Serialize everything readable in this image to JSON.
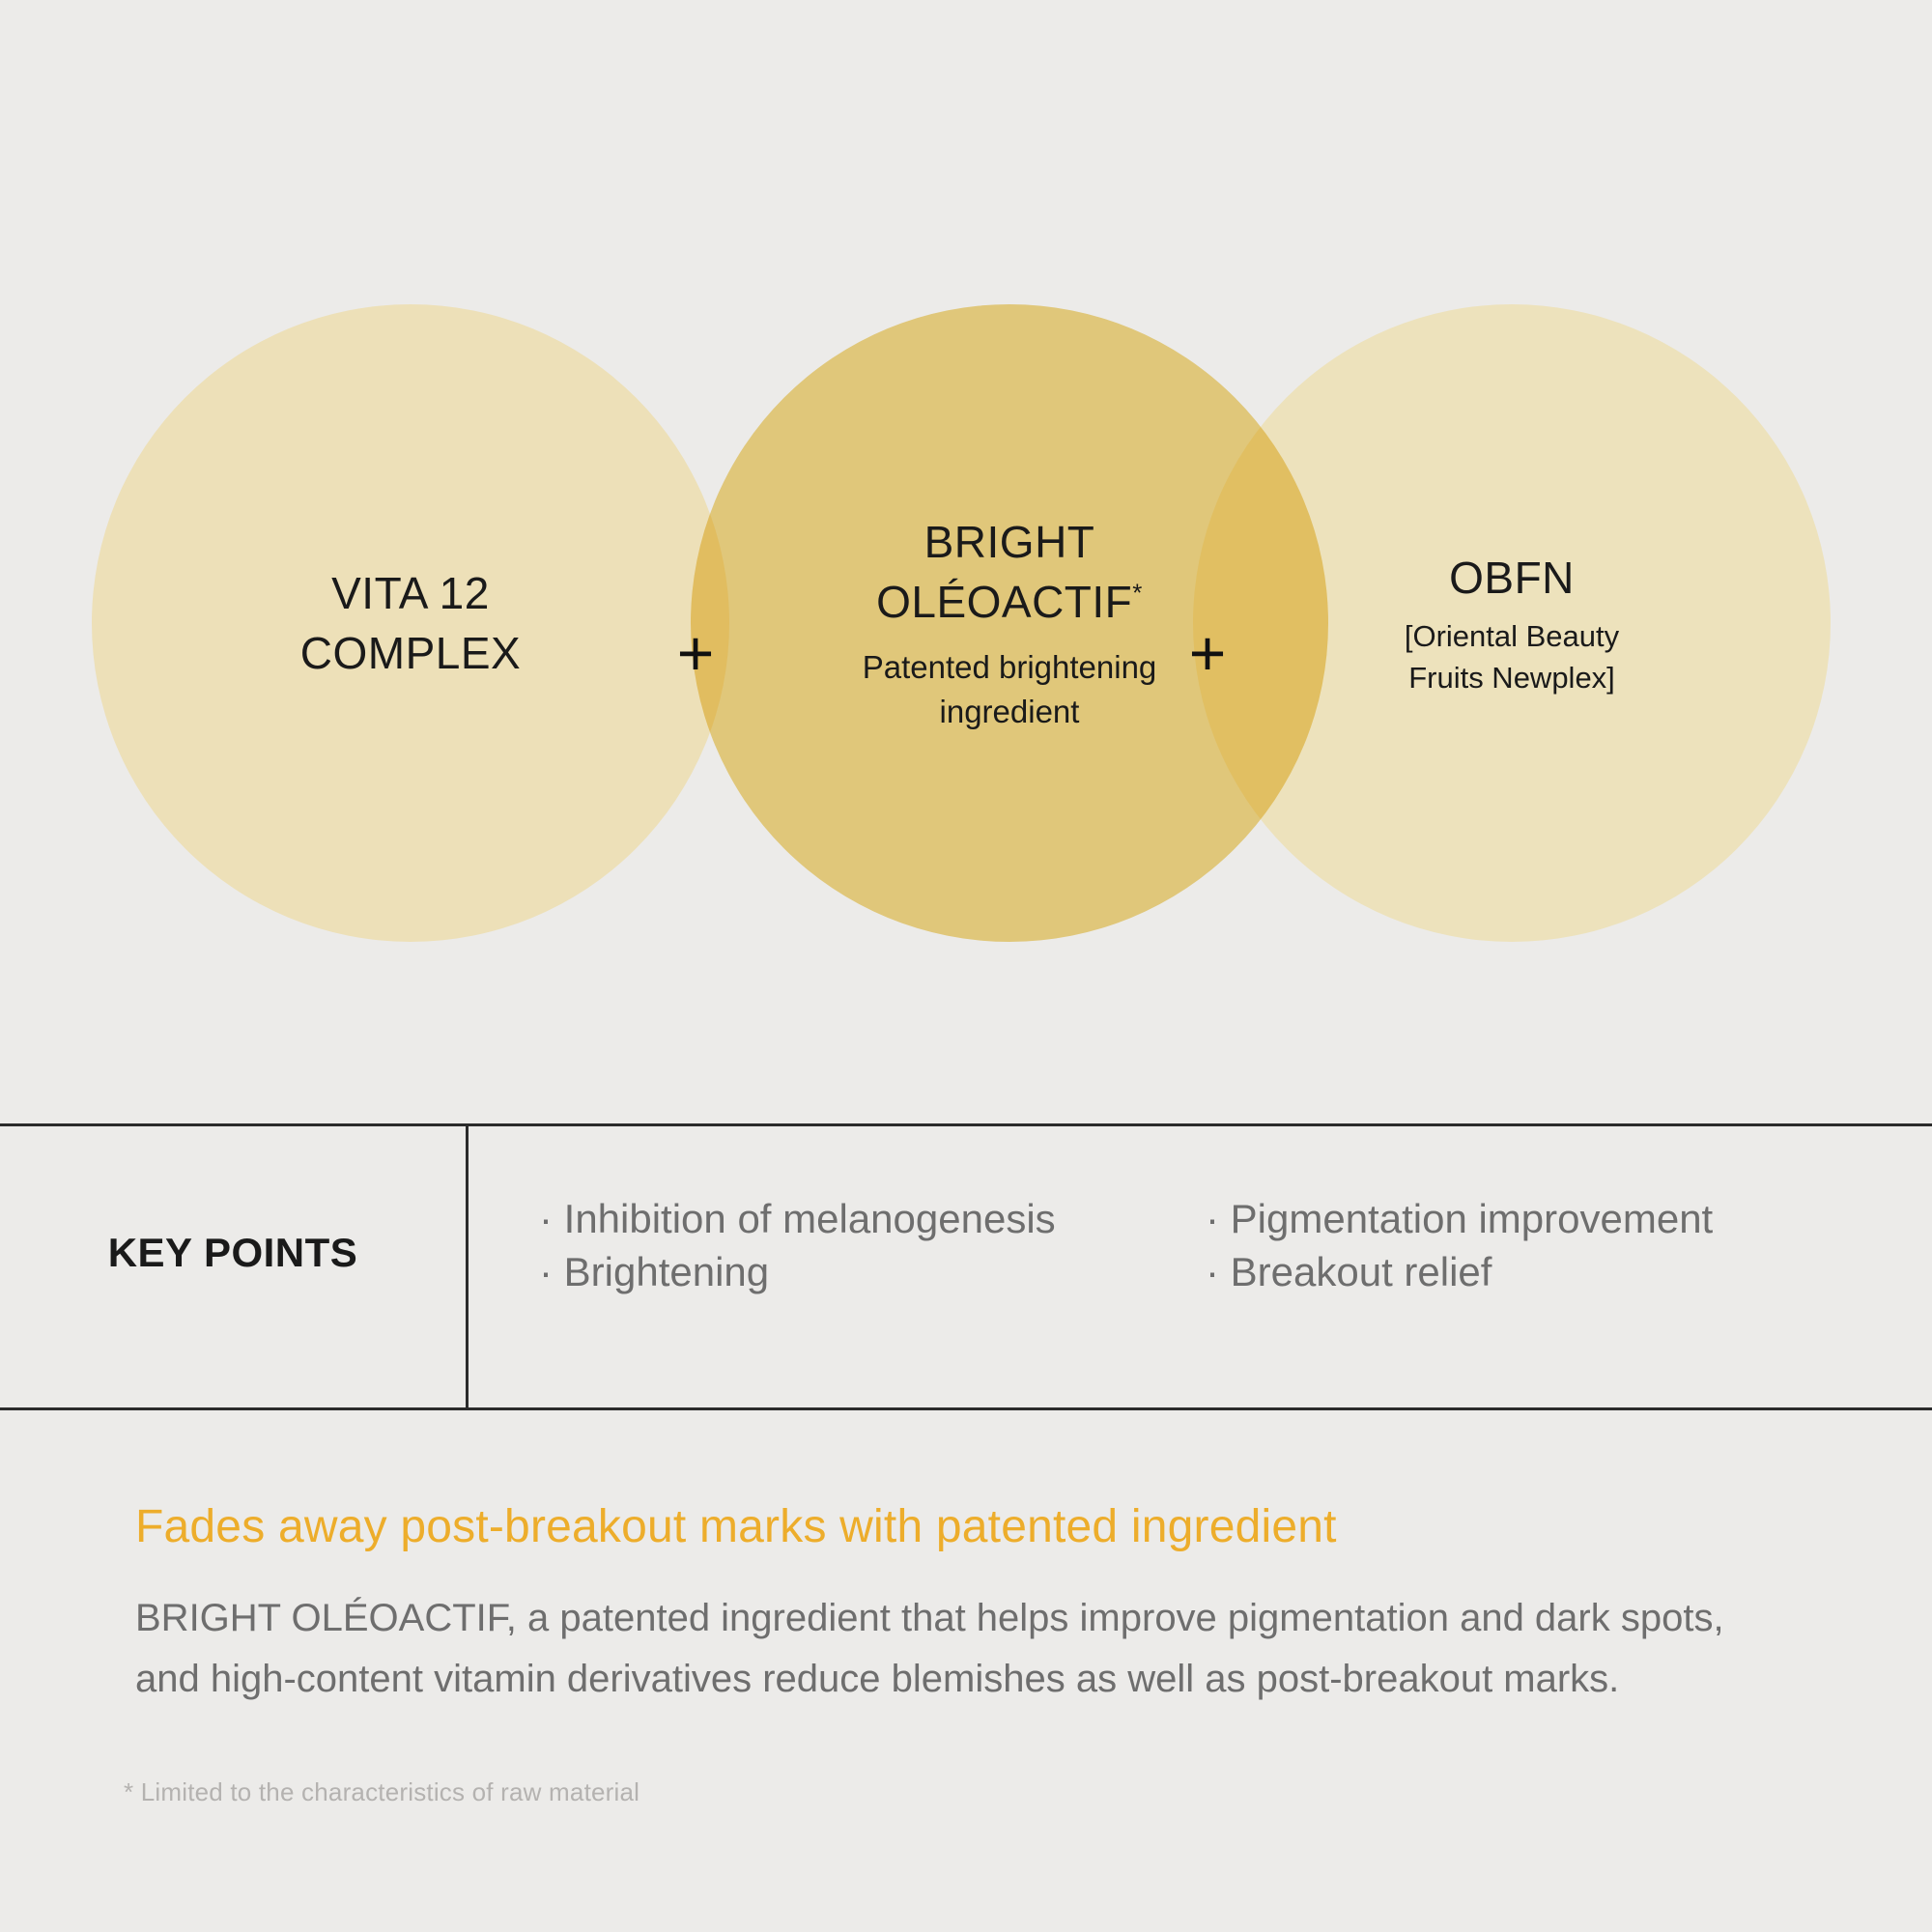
{
  "background_color": "#ECEBE9",
  "accent_color": "#EDAD2B",
  "venn": {
    "circles": [
      {
        "name": "vita-12-complex",
        "title": "VITA 12\nCOMPLEX",
        "subtitle": "",
        "color": "#EDE0B8"
      },
      {
        "name": "bright-oleoactif",
        "title": "BRIGHT\nOLÉOACTIF",
        "title_superscript": "*",
        "subtitle": "Patented brightening\ningredient",
        "color": "#F2D885"
      },
      {
        "name": "obfn",
        "title": "OBFN",
        "subtitle": "[Oriental Beauty\nFruits Newplex]",
        "color": "#EDE2BC"
      }
    ],
    "operators": [
      "+",
      "+"
    ]
  },
  "key_points": {
    "label": "KEY POINTS",
    "column_1": [
      "· Inhibition of melanogenesis",
      "· Brightening"
    ],
    "column_2": [
      "· Pigmentation improvement",
      "· Breakout relief"
    ]
  },
  "bottom": {
    "headline": "Fades away post-breakout marks with patented ingredient",
    "body": "BRIGHT OLÉOACTIF, a patented ingredient that helps improve pigmentation and dark spots,\nand high-content vitamin derivatives reduce blemishes as well as post-breakout marks.",
    "footnote": "* Limited to the characteristics of raw material"
  }
}
